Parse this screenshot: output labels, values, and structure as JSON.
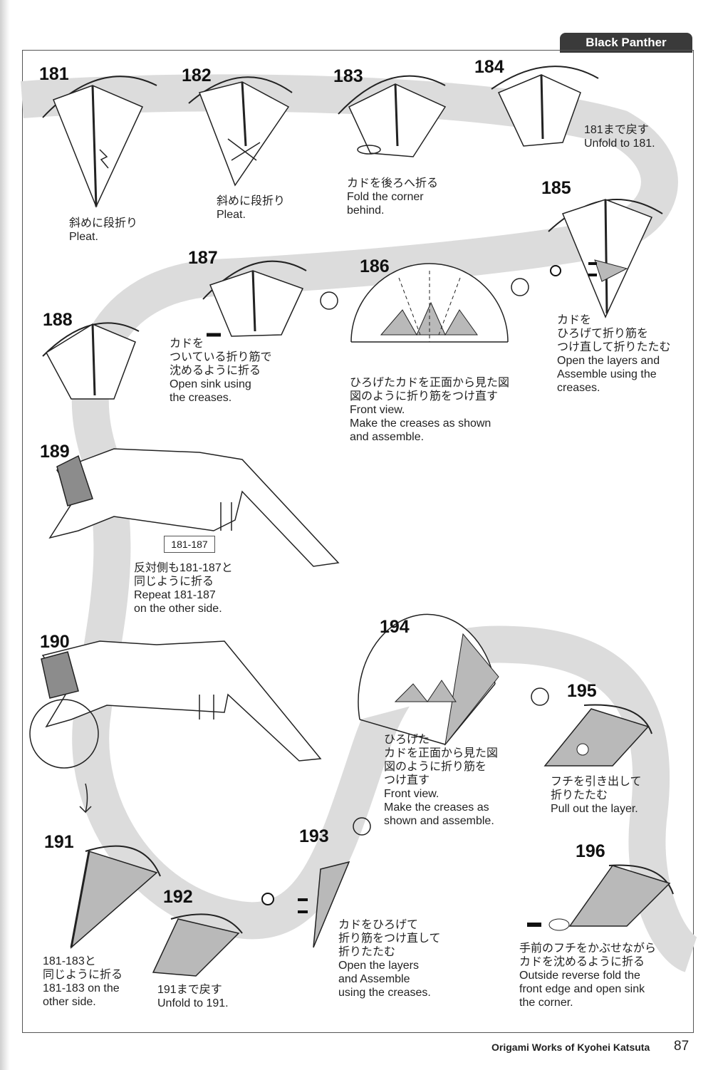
{
  "header": {
    "tab_label": "Black Panther"
  },
  "steps": [
    {
      "id": "181",
      "number": "181",
      "ja": "斜めに段折り",
      "en": [
        "Pleat."
      ]
    },
    {
      "id": "182",
      "number": "182",
      "ja": "斜めに段折り",
      "en": [
        "Pleat."
      ]
    },
    {
      "id": "183",
      "number": "183",
      "ja": "カドを後ろへ折る",
      "en": [
        "Fold the corner",
        "behind."
      ]
    },
    {
      "id": "184",
      "number": "184",
      "ja": "181まで戻す",
      "en": [
        "Unfold to 181."
      ]
    },
    {
      "id": "185",
      "number": "185",
      "ja": [
        "カドを",
        "ひろげて折り筋を",
        "つけ直して折りたたむ"
      ],
      "en": [
        "Open the layers and",
        "Assemble using the",
        "creases."
      ]
    },
    {
      "id": "186",
      "number": "186",
      "ja": [
        "ひろげたカドを正面から見た図",
        "図のように折り筋をつけ直す"
      ],
      "en": [
        "Front view.",
        "Make the creases as shown",
        "and assemble."
      ]
    },
    {
      "id": "187",
      "number": "187",
      "ja": [
        "カドを",
        "ついている折り筋で",
        "沈めるように折る"
      ],
      "en": [
        "Open sink using",
        "the creases."
      ]
    },
    {
      "id": "188",
      "number": "188"
    },
    {
      "id": "189",
      "number": "189",
      "ref": "181-187",
      "ja": [
        "反対側も181-187と",
        "同じように折る"
      ],
      "en": [
        "Repeat 181-187",
        "on the other side."
      ]
    },
    {
      "id": "190",
      "number": "190"
    },
    {
      "id": "191",
      "number": "191",
      "ja": [
        "181-183と",
        "同じように折る"
      ],
      "en": [
        "181-183 on the",
        "other side."
      ]
    },
    {
      "id": "192",
      "number": "192",
      "ja": "191まで戻す",
      "en": [
        "Unfold to 191."
      ]
    },
    {
      "id": "193",
      "number": "193",
      "ja": [
        "カドをひろげて",
        "折り筋をつけ直して",
        "折りたたむ"
      ],
      "en": [
        "Open the layers",
        "and Assemble",
        "using the creases."
      ]
    },
    {
      "id": "194",
      "number": "194",
      "ja": [
        "ひろげた",
        "カドを正面から見た図",
        "図のように折り筋を",
        "つけ直す"
      ],
      "en": [
        "Front view.",
        "Make the creases as",
        "shown and assemble."
      ]
    },
    {
      "id": "195",
      "number": "195",
      "ja": [
        "フチを引き出して",
        "折りたたむ"
      ],
      "en": [
        "Pull out the layer."
      ]
    },
    {
      "id": "196",
      "number": "196",
      "ja": [
        "手前のフチをかぶせながら",
        "カドを沈めるように折る"
      ],
      "en": [
        "Outside reverse fold the",
        "front edge and open sink",
        "the corner."
      ]
    }
  ],
  "footer": {
    "book_title": "Origami Works of Kyohei Katsuta",
    "page_number": "87"
  },
  "colors": {
    "path_band": "#dcdcdc",
    "tab_bg": "#3a3a3a",
    "shade": "#b9b9b9",
    "arrow": "#111111"
  }
}
